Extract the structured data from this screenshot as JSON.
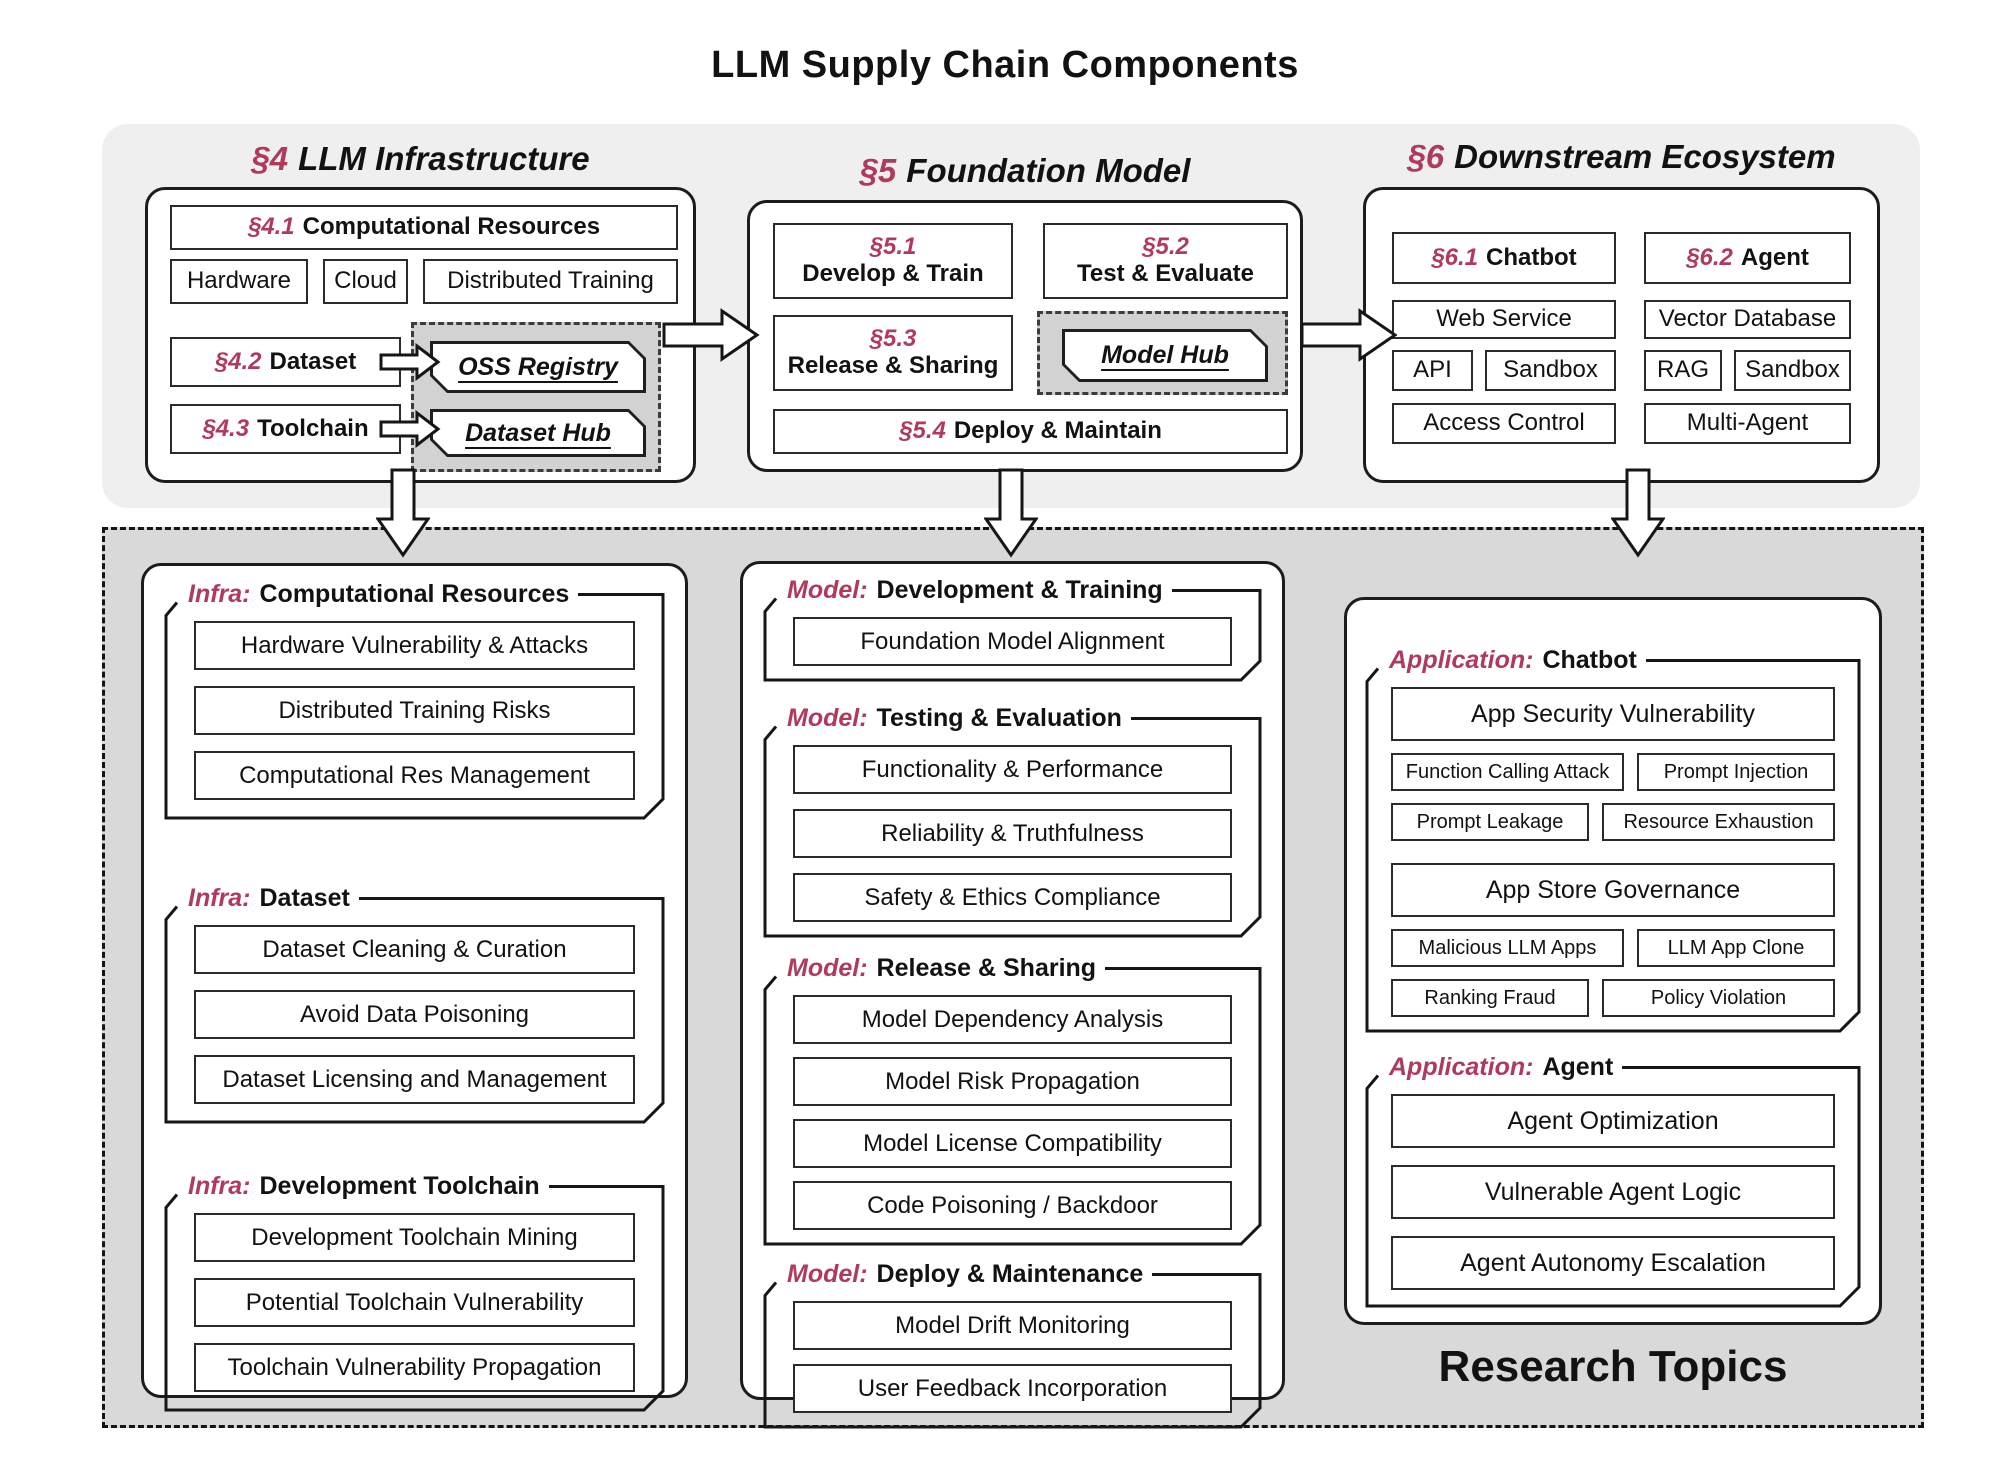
{
  "title": "LLM Supply Chain Components",
  "research_topics_label": "Research Topics",
  "colors": {
    "accent": "#b03a5c",
    "top_band": "#f0efef",
    "bottom_band": "#d9d9d9",
    "hub_panel": "#d2d2d2",
    "box_border": "#1c1c1c"
  },
  "sections": {
    "infra": {
      "num": "§4",
      "name": "LLM Infrastructure",
      "comp_header": {
        "num": "§4.1",
        "name": "Computational Resources"
      },
      "comp_items": [
        "Hardware",
        "Cloud",
        "Distributed Training"
      ],
      "dataset": {
        "num": "§4.2",
        "name": "Dataset"
      },
      "toolchain": {
        "num": "§4.3",
        "name": "Toolchain"
      },
      "oss_registry": "OSS Registry",
      "dataset_hub": "Dataset Hub"
    },
    "foundation": {
      "num": "§5",
      "name": "Foundation Model",
      "s51": {
        "num": "§5.1",
        "name": "Develop & Train"
      },
      "s52": {
        "num": "§5.2",
        "name": "Test & Evaluate"
      },
      "s53": {
        "num": "§5.3",
        "name": "Release & Sharing"
      },
      "s54": {
        "num": "§5.4",
        "name": "Deploy & Maintain"
      },
      "model_hub": "Model Hub"
    },
    "downstream": {
      "num": "§6",
      "name": "Downstream Ecosystem",
      "chatbot": {
        "num": "§6.1",
        "name": "Chatbot"
      },
      "agent": {
        "num": "§6.2",
        "name": "Agent"
      },
      "chatbot_items": [
        "Web Service",
        "API",
        "Sandbox",
        "Access Control"
      ],
      "agent_items": [
        "Vector Database",
        "RAG",
        "Sandbox",
        "Multi-Agent"
      ]
    }
  },
  "research": {
    "infra_groups": [
      {
        "prefix": "Infra:",
        "name": "Computational Resources",
        "items": [
          "Hardware Vulnerability & Attacks",
          "Distributed Training Risks",
          "Computational Res Management"
        ]
      },
      {
        "prefix": "Infra:",
        "name": "Dataset",
        "items": [
          "Dataset Cleaning & Curation",
          "Avoid Data Poisoning",
          "Dataset Licensing and Management"
        ]
      },
      {
        "prefix": "Infra:",
        "name": "Development Toolchain",
        "items": [
          "Development Toolchain Mining",
          "Potential Toolchain Vulnerability",
          "Toolchain Vulnerability Propagation"
        ]
      }
    ],
    "model_groups": [
      {
        "prefix": "Model:",
        "name": "Development & Training",
        "items": [
          "Foundation Model Alignment"
        ]
      },
      {
        "prefix": "Model:",
        "name": "Testing & Evaluation",
        "items": [
          "Functionality & Performance",
          "Reliability & Truthfulness",
          "Safety & Ethics Compliance"
        ]
      },
      {
        "prefix": "Model:",
        "name": "Release & Sharing",
        "items": [
          "Model Dependency Analysis",
          "Model Risk Propagation",
          "Model License Compatibility",
          "Code Poisoning / Backdoor"
        ]
      },
      {
        "prefix": "Model:",
        "name": "Deploy & Maintenance",
        "items": [
          "Model Drift Monitoring",
          "User Feedback Incorporation"
        ]
      }
    ],
    "app_groups": [
      {
        "prefix": "Application:",
        "name": "Chatbot",
        "wide1": "App Security Vulnerability",
        "row1": [
          "Function Calling Attack",
          "Prompt Injection"
        ],
        "row2": [
          "Prompt Leakage",
          "Resource Exhaustion"
        ],
        "wide2": "App Store Governance",
        "row3": [
          "Malicious LLM Apps",
          "LLM App Clone"
        ],
        "row4": [
          "Ranking Fraud",
          "Policy Violation"
        ]
      },
      {
        "prefix": "Application:",
        "name": "Agent",
        "items": [
          "Agent Optimization",
          "Vulnerable Agent Logic",
          "Agent Autonomy Escalation"
        ]
      }
    ]
  }
}
